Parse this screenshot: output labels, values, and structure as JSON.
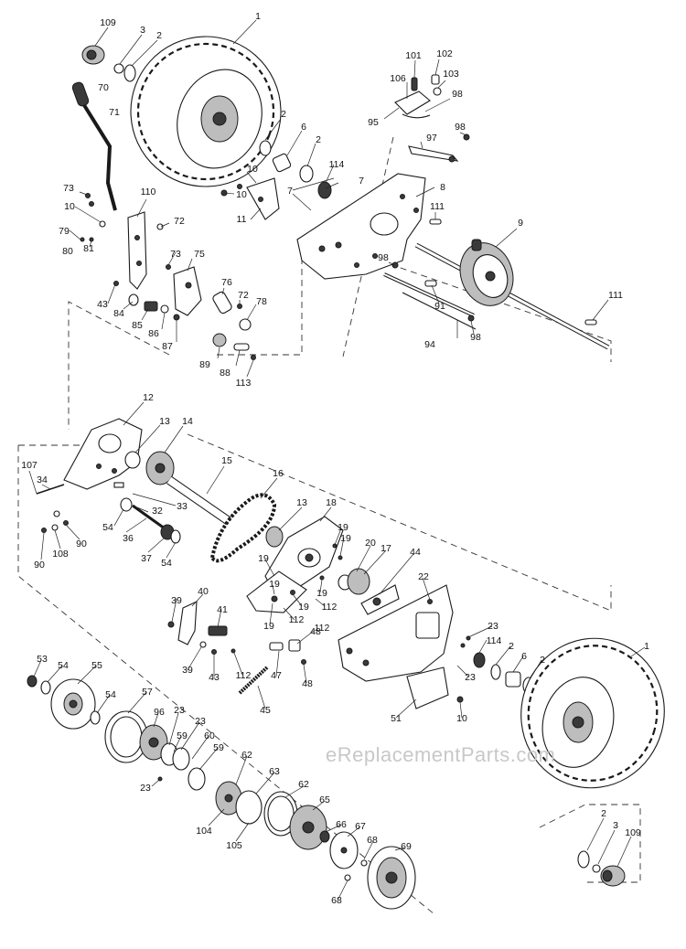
{
  "diagram": {
    "watermark": "eReplacementParts.com",
    "callouts": {
      "c109a": "109",
      "c3a": "3",
      "c2a": "2",
      "c1a": "1",
      "c70": "70",
      "c71": "71",
      "c2b": "2",
      "c6a": "6",
      "c2c": "2",
      "c10a": "10",
      "c10b": "10",
      "c114a": "114",
      "c7a": "7",
      "c7b": "7",
      "c11": "11",
      "c8": "8",
      "c73a": "73",
      "c110": "110",
      "c10c": "10",
      "c72a": "72",
      "c79": "79",
      "c80": "80",
      "c81": "81",
      "c73b": "73",
      "c75": "75",
      "c76": "76",
      "c72b": "72",
      "c78": "78",
      "c43a": "43",
      "c84": "84",
      "c85": "85",
      "c86": "86",
      "c87": "87",
      "c89": "89",
      "c88": "88",
      "c113": "113",
      "c101": "101",
      "c102": "102",
      "c106": "106",
      "c103": "103",
      "c98a": "98",
      "c95": "95",
      "c98b": "98",
      "c97": "97",
      "c111a": "111",
      "c9": "9",
      "c98c": "98",
      "c91": "91",
      "c111b": "111",
      "c94": "94",
      "c98d": "98",
      "c12": "12",
      "c13a": "13",
      "c14": "14",
      "c107": "107",
      "c34": "34",
      "c15": "15",
      "c33": "33",
      "c32": "32",
      "c54a": "54",
      "c36": "36",
      "c37": "37",
      "c54b": "54",
      "c90a": "90",
      "c108": "108",
      "c90b": "90",
      "c16": "16",
      "c13b": "13",
      "c18": "18",
      "c19a": "19",
      "c19b": "19",
      "c20": "20",
      "c17": "17",
      "c44": "44",
      "c19c": "19",
      "c19d": "19",
      "c19e": "19",
      "c112a": "112",
      "c19f": "19",
      "c112b": "112",
      "c19g": "19",
      "c112c": "112",
      "c22": "22",
      "c39a": "39",
      "c40": "40",
      "c41": "41",
      "c48a": "48",
      "c39b": "39",
      "c43b": "43",
      "c112d": "112",
      "c47": "47",
      "c48b": "48",
      "c23a": "23",
      "c114b": "114",
      "c2d": "2",
      "c6b": "6",
      "c2e": "2",
      "c1b": "1",
      "c23b": "23",
      "c45": "45",
      "c51": "51",
      "c10d": "10",
      "c53": "53",
      "c54c": "54",
      "c55": "55",
      "c54d": "54",
      "c57": "57",
      "c96": "96",
      "c23c": "23",
      "c23d": "23",
      "c59a": "59",
      "c60": "60",
      "c59b": "59",
      "c23e": "23",
      "c62a": "62",
      "c63": "63",
      "c62b": "62",
      "c104": "104",
      "c105": "105",
      "c65": "65",
      "c66": "66",
      "c67": "67",
      "c68a": "68",
      "c69": "69",
      "c68b": "68",
      "c2f": "2",
      "c3b": "3",
      "c109b": "109"
    }
  }
}
